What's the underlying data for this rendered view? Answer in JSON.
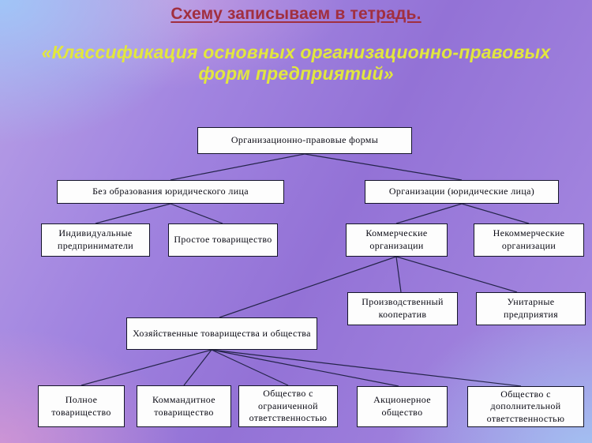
{
  "slide": {
    "title": "Схему записываем в тетрадь.",
    "subtitle": "«Классификация основных организационно-правовых форм предприятий»",
    "colors": {
      "title_text": "#a12f3f",
      "subtitle_text": "#e2e73e",
      "background_purple": "#9372d6",
      "background_blue": "#a0c6f4",
      "background_pink": "#e99ecd",
      "node_background": "#fdfdfd",
      "node_border": "#15152a",
      "connector_line": "#24244a"
    }
  },
  "diagram": {
    "nodes": {
      "root": {
        "label": "Организационно-правовые формы"
      },
      "no_entity": {
        "label": "Без образования юридического лица"
      },
      "orgs": {
        "label": "Организации (юридические лица)"
      },
      "individual": {
        "label": "Индивидуальные предприниматели"
      },
      "simple": {
        "label": "Простое товарищество"
      },
      "commercial": {
        "label": "Коммерческие организации"
      },
      "noncommercial": {
        "label": "Некоммерческие организации"
      },
      "cooperative": {
        "label": "Производственный кооператив"
      },
      "unitary": {
        "label": "Унитарные предприятия"
      },
      "partnerships": {
        "label": "Хозяйственные товарищества и общества"
      },
      "full": {
        "label": "Полное товарищество"
      },
      "limited": {
        "label": "Коммандитное товарищество"
      },
      "llc": {
        "label": "Общество с ограниченной ответственностью"
      },
      "jsc": {
        "label": "Акционерное общество"
      },
      "alc": {
        "label": "Общество с дополнительной ответственностью"
      }
    }
  }
}
